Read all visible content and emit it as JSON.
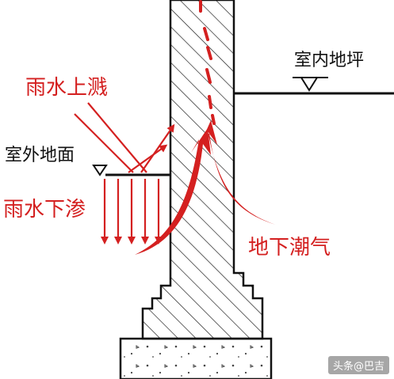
{
  "labels": {
    "rain_splash": "雨水上溅",
    "indoor_floor": "室内地坪",
    "outdoor_ground": "室外地面",
    "rain_seep": "雨水下渗",
    "ground_moisture": "地下潮气"
  },
  "watermark": "头条@巴吉",
  "colors": {
    "red": "#d42020",
    "line": "#111111",
    "hatch": "#222222",
    "background": "#ffffff"
  }
}
